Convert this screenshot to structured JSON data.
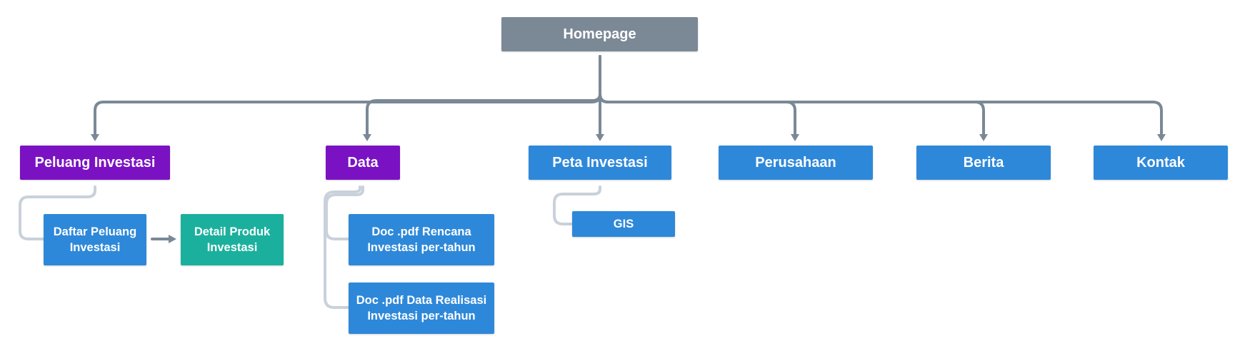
{
  "colors": {
    "root": "#7b8896",
    "purple": "#7a12c3",
    "blue": "#2e88d9",
    "teal": "#1bb09e",
    "primary_connector": "#7b8896",
    "secondary_connector": "#c9d1da"
  },
  "diagram": {
    "root": {
      "label": "Homepage",
      "color": "root"
    },
    "children": [
      {
        "label": "Peluang Investasi",
        "color": "purple"
      },
      {
        "label": "Data",
        "color": "purple"
      },
      {
        "label": "Peta Investasi",
        "color": "blue"
      },
      {
        "label": "Perusahaan",
        "color": "blue"
      },
      {
        "label": "Berita",
        "color": "blue"
      },
      {
        "label": "Kontak",
        "color": "blue"
      }
    ],
    "sub_nodes": [
      {
        "parent": "Peluang Investasi",
        "label": "Daftar Peluang Investasi",
        "color": "blue"
      },
      {
        "parent": "Daftar Peluang Investasi",
        "label": "Detail Produk Investasi",
        "color": "teal"
      },
      {
        "parent": "Data",
        "label": "Doc .pdf Rencana Investasi per-tahun",
        "color": "blue"
      },
      {
        "parent": "Data",
        "label": "Doc .pdf Data Realisasi Investasi per-tahun",
        "color": "blue"
      },
      {
        "parent": "Peta Investasi",
        "label": "GIS",
        "color": "blue"
      }
    ]
  }
}
